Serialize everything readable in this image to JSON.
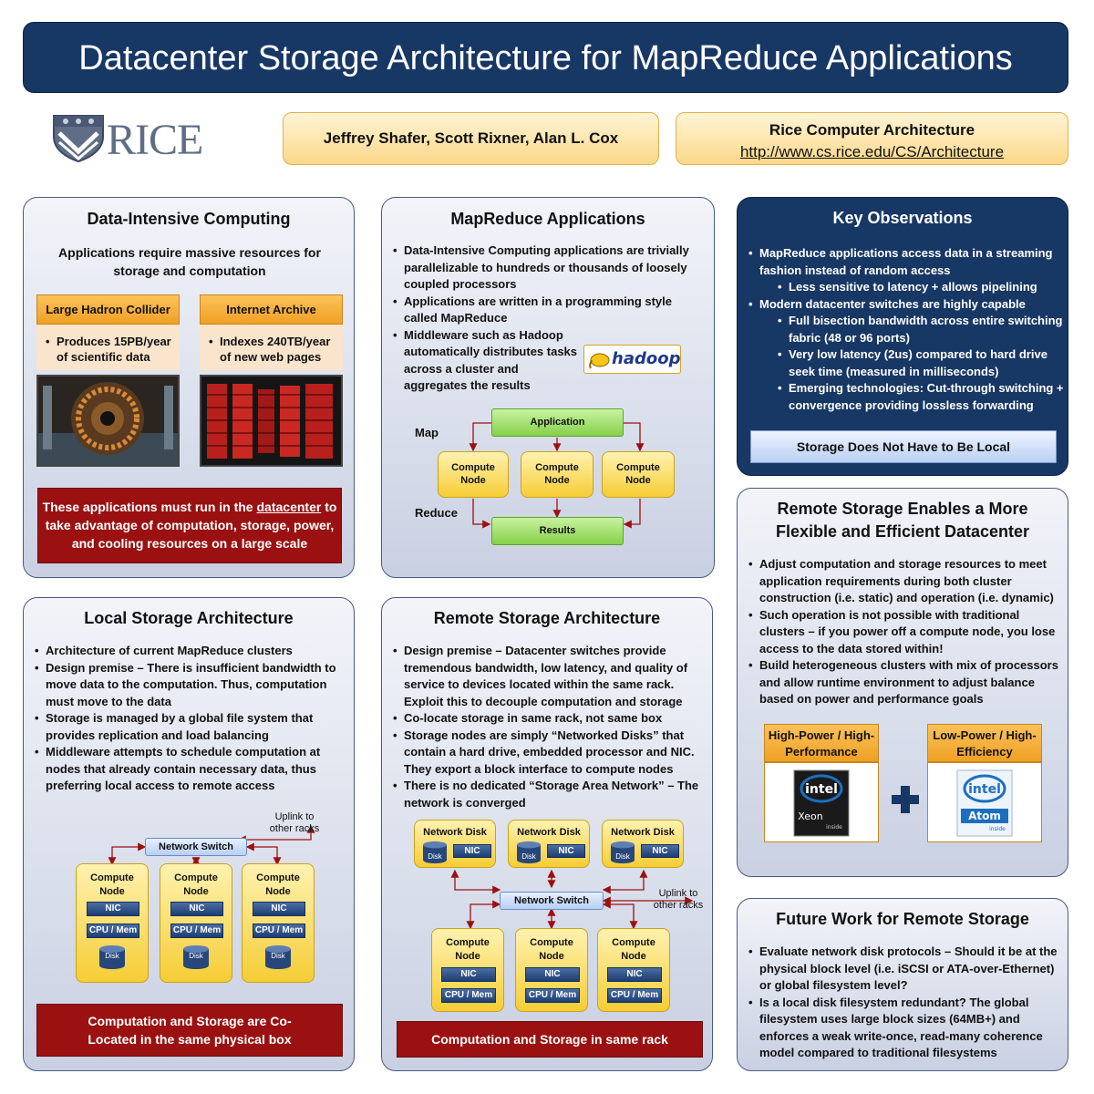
{
  "title": "Datacenter Storage Architecture for MapReduce Applications",
  "logo_text": "RICE",
  "authors": "Jeffrey Shafer, Scott Rixner, Alan L. Cox",
  "group": {
    "name": "Rice Computer Architecture",
    "url": "http://www.cs.rice.edu/CS/Architecture"
  },
  "dic": {
    "title": "Data-Intensive Computing",
    "intro": "Applications require massive resources for storage and computation",
    "lhc": {
      "header": "Large Hadron Collider",
      "bullet": "Produces 15PB/year of scientific data"
    },
    "ia": {
      "header": "Internet Archive",
      "bullet": "Indexes 240TB/year of new web pages"
    },
    "note_pre": "These applications must run in the ",
    "note_link": "datacenter",
    "note_post": " to take advantage of computation, storage, power, and cooling resources on a large scale"
  },
  "mr": {
    "title": "MapReduce Applications",
    "bullets": [
      "Data-Intensive Computing applications are trivially parallelizable to hundreds or thousands of loosely coupled processors",
      "Applications are written in a programming style called MapReduce",
      "Middleware such as Hadoop automatically distributes tasks across a cluster and aggregates the results"
    ],
    "hadoop_logo": "hadoop",
    "diagram": {
      "map_label": "Map",
      "reduce_label": "Reduce",
      "application": "Application",
      "compute_node": "Compute Node",
      "results": "Results"
    }
  },
  "ko": {
    "title": "Key Observations",
    "items": [
      {
        "text": "MapReduce applications access data in a streaming fashion instead of random access",
        "level": 0
      },
      {
        "text": "Less sensitive to latency + allows pipelining",
        "level": 1
      },
      {
        "text": "Modern datacenter switches are highly capable",
        "level": 0
      },
      {
        "text": "Full bisection bandwidth across entire switching fabric (48 or 96 ports)",
        "level": 1
      },
      {
        "text": "Very low latency (2us) compared to hard drive seek time (measured in milliseconds)",
        "level": 1
      },
      {
        "text": "Emerging technologies: Cut-through switching + convergence providing lossless forwarding",
        "level": 1
      }
    ],
    "conclusion": "Storage Does Not Have to Be Local"
  },
  "rse": {
    "title_line1": "Remote Storage Enables a More",
    "title_line2": "Flexible and Efficient Datacenter",
    "bullets": [
      "Adjust computation and storage resources to meet application requirements during both cluster construction (i.e. static) and operation (i.e. dynamic)",
      "Such operation is not possible with traditional clusters – if you power off a compute node, you lose access to the data stored within!",
      "Build heterogeneous clusters with mix of processors and allow runtime environment to adjust balance based on power and performance goals"
    ],
    "left_header": "High-Power / High-Performance",
    "right_header": "Low-Power / High-Efficiency",
    "left_chip": {
      "brand": "intel",
      "product": "Xeon",
      "tag": "inside"
    },
    "right_chip": {
      "brand": "intel",
      "product": "Atom",
      "tag": "inside"
    }
  },
  "lsa": {
    "title": "Local Storage Architecture",
    "bullets": [
      "Architecture of current MapReduce clusters",
      "Design premise – There is insufficient bandwidth to move data to the computation. Thus, computation must move to the data",
      "Storage is managed by a global file system that provides replication and load balancing",
      "Middleware attempts to schedule computation at nodes that already contain necessary data, thus preferring local access to remote access"
    ],
    "uplink": "Uplink to other racks",
    "switch": "Network Switch",
    "node_title": "Compute Node",
    "nic": "NIC",
    "cpu": "CPU / Mem",
    "disk": "Disk",
    "conclusion": "Computation and Storage are Co-Located in the same physical box"
  },
  "rsa": {
    "title": "Remote Storage Architecture",
    "bullets": [
      "Design premise – Datacenter switches provide tremendous bandwidth,  low latency, and quality of service to devices located within the same rack. Exploit this to decouple computation and storage",
      "Co-locate storage in same rack, not same box",
      "Storage nodes are simply “Networked Disks” that contain a hard drive,  embedded processor and NIC. They export a block interface to compute nodes",
      "There is no dedicated “Storage Area Network” – The network is converged"
    ],
    "netdisk": "Network Disk",
    "disk": "Disk",
    "nic": "NIC",
    "switch": "Network Switch",
    "uplink": "Uplink to other racks",
    "node_title": "Compute Node",
    "cpu": "CPU / Mem",
    "conclusion": "Computation and Storage in same rack"
  },
  "fw": {
    "title": "Future Work for Remote Storage",
    "bullets": [
      "Evaluate network disk protocols – Should it be at the physical block level (i.e. iSCSI or ATA-over-Ethernet) or global filesystem level?",
      "Is a local disk filesystem redundant? The global filesystem uses large block sizes (64MB+) and enforces a weak write-once, read-many coherence model compared to traditional filesystems"
    ]
  },
  "colors": {
    "navy": "#173765",
    "red": "#9b1111",
    "orange": "#f0a024",
    "green": "#86d04a"
  }
}
